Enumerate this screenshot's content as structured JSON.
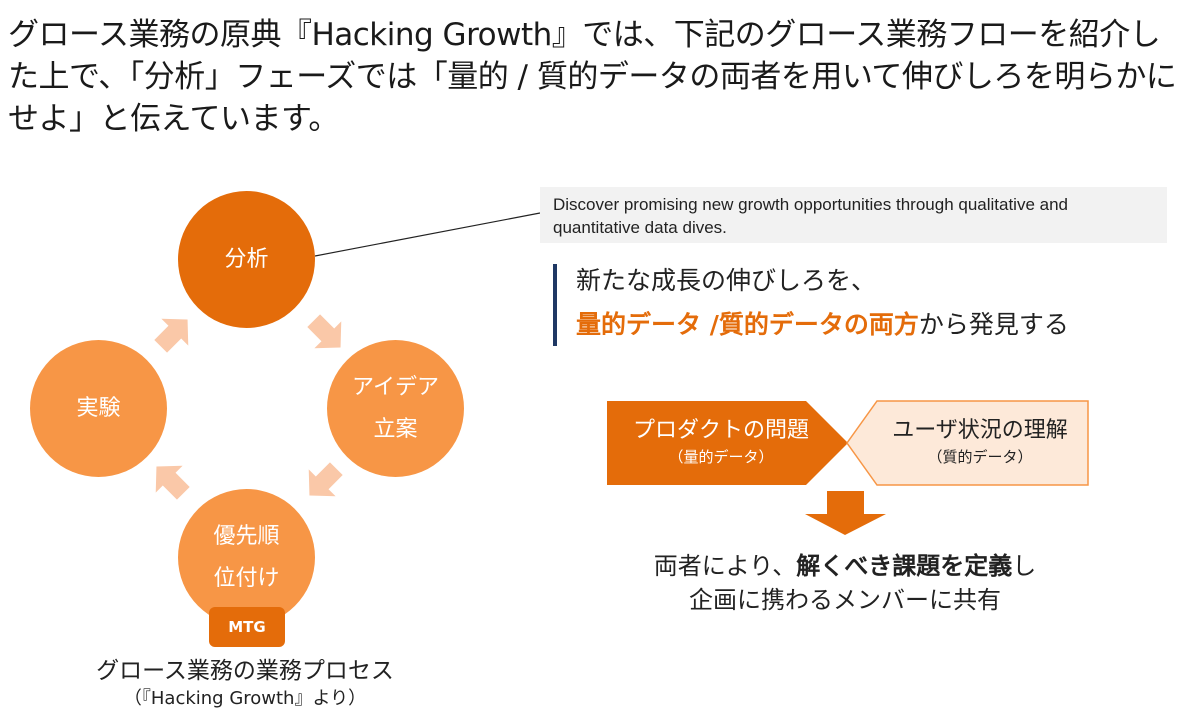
{
  "headline": "グロース業務の原典『Hacking Growth』では、下記のグロース業務フローを紹介した上で、「分析」フェーズでは「量的 / 質的データの両者を用いて伸びしろを明らかにせよ」と伝えています。",
  "cycle": {
    "analysis": "分析",
    "idea": [
      "アイデア",
      "立案"
    ],
    "priority": [
      "優先順",
      "位付け"
    ],
    "experiment": "実験",
    "mtg_badge": "MTG",
    "caption": "グロース業務の業務プロセス",
    "caption_source": "（『Hacking Growth』より）"
  },
  "quote": "Discover promising new growth opportunities through qualitative and quantitative data dives.",
  "callout": {
    "line1": "新たな成長の伸びしろを、",
    "line2_highlight": "量的データ /質的データの両方",
    "line2_rest": "から発見する"
  },
  "boxes": {
    "left_title": "プロダクトの問題",
    "left_sub": "（量的データ）",
    "right_title": "ユーザ状況の理解",
    "right_sub": "（質的データ）"
  },
  "conclusion": {
    "line1_pre": "両者により、",
    "line1_bold": "解くべき課題を定義",
    "line1_post": "し",
    "line2": "企画に携わるメンバーに共有"
  },
  "colors": {
    "primary_orange": "#e46c0a",
    "light_orange": "#f79646",
    "arrow_peach": "#fac8a8",
    "pale_orange": "#fde9d9",
    "navy": "#1f3864"
  }
}
